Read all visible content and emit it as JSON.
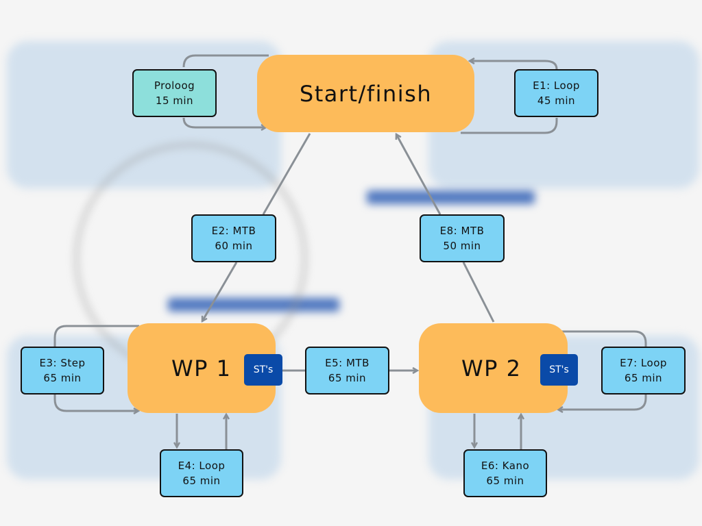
{
  "colors": {
    "hub": "#fdbb5a",
    "stage": "#7dd3f5",
    "prologue": "#8ddfdb",
    "badge": "#0a4aa8",
    "connector": "#8a9096"
  },
  "hubs": {
    "start": "Start/finish",
    "wp1": "WP 1",
    "wp2": "WP 2"
  },
  "badges": {
    "wp1": "ST's",
    "wp2": "ST's"
  },
  "stages": {
    "proloog": {
      "name": "Proloog",
      "time": "15 min"
    },
    "e1": {
      "name": "E1: Loop",
      "time": "45 min"
    },
    "e2": {
      "name": "E2: MTB",
      "time": "60 min"
    },
    "e3": {
      "name": "E3: Step",
      "time": "65 min"
    },
    "e4": {
      "name": "E4: Loop",
      "time": "65 min"
    },
    "e5": {
      "name": "E5: MTB",
      "time": "65 min"
    },
    "e6": {
      "name": "E6: Kano",
      "time": "65 min"
    },
    "e7": {
      "name": "E7: Loop",
      "time": "65 min"
    },
    "e8": {
      "name": "E8: MTB",
      "time": "50 min"
    }
  }
}
